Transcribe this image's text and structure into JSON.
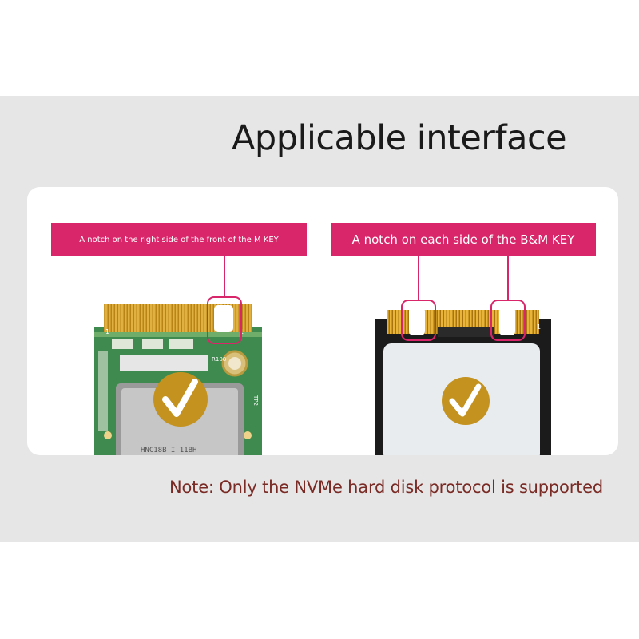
{
  "title": "Applicable interface",
  "labels": {
    "m_key": "A notch on the right side of the front of the M KEY",
    "bm_key": "A notch on each side of the B&M KEY"
  },
  "note": "Note: Only the NVMe hard disk protocol is supported",
  "cards": {
    "left": {
      "chip_text": "HNC18B I 11BH",
      "silk_1": "1",
      "silk_2": "R108",
      "silk_3": "TP2"
    },
    "right": {
      "silk_1": "1"
    }
  },
  "icons": {
    "check": "checkmark-badge-icon"
  },
  "colors": {
    "accent": "#d9266a",
    "note": "#7a2a24",
    "badge": "#c4931f"
  }
}
